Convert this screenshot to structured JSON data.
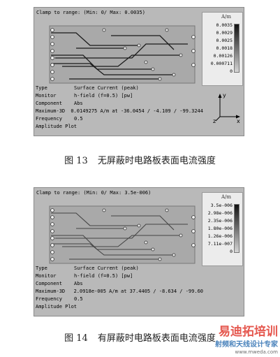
{
  "figures": [
    {
      "clamp": "Clamp to range: (Min: 0/ Max: 0.0035)",
      "legend": {
        "unit": "A/m",
        "values": [
          "0.0035",
          "0.0029",
          "0.0025",
          "0.0018",
          "0.00126",
          "0.000711",
          "0"
        ]
      },
      "info": [
        {
          "key": "Type",
          "value": "Surface Current (peak)"
        },
        {
          "key": "Monitor",
          "value": "h-field (f=0.5) [pw]"
        },
        {
          "key": "Component",
          "value": "Abs"
        },
        {
          "key": "Maximum-3D",
          "value": "0.0149275 A/m at -36.0454 / -4.109 / -99.3244"
        },
        {
          "key": "Frequency",
          "value": "0.5"
        },
        {
          "key": "Amplitude Plot",
          "value": ""
        }
      ],
      "caption": {
        "number": "图 13",
        "text": "无屏蔽时电路板表面电流强度"
      }
    },
    {
      "clamp": "Clamp to range: (Min: 0/ Max: 3.5e-006)",
      "legend": {
        "unit": "A/m",
        "values": [
          "3.5e-006",
          "2.98e-006",
          "2.35e-006",
          "1.80e-006",
          "1.26e-006",
          "7.11e-007",
          "0"
        ]
      },
      "info": [
        {
          "key": "Type",
          "value": "Surface Current (peak)"
        },
        {
          "key": "Monitor",
          "value": "h-field (f=0.5) [pw]"
        },
        {
          "key": "Component",
          "value": "Abs"
        },
        {
          "key": "Maximum-3D",
          "value": "2.0918e-005 A/m at 37.4405 / -8.634 / -99.60"
        },
        {
          "key": "Frequency",
          "value": "0.5"
        },
        {
          "key": "Amplitude Plot",
          "value": ""
        }
      ],
      "caption": {
        "number": "图 14",
        "text": "有屏蔽时电路板表面电流强度"
      }
    }
  ],
  "axes_labels": {
    "x": "x",
    "y": "y",
    "z": "z"
  },
  "watermark": {
    "line1": "易迪拓培训",
    "line2": "射频和天线设计专家",
    "site": "www.mweda.com"
  }
}
